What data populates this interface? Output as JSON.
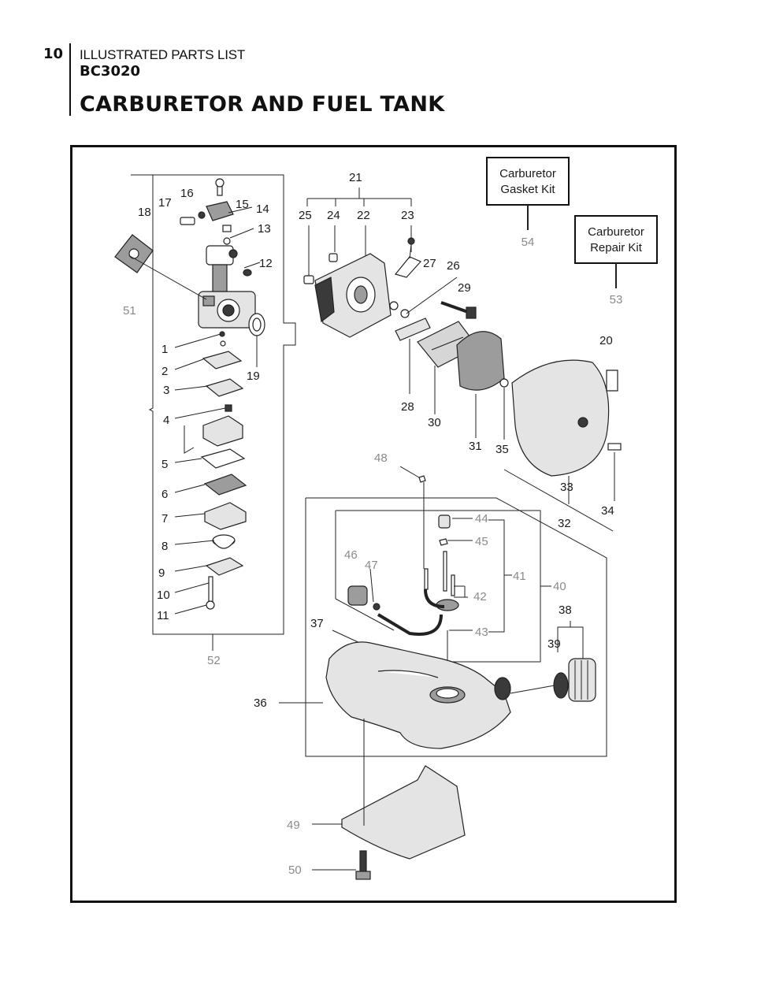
{
  "header": {
    "page_number": "10",
    "section": "ILLUSTRATED PARTS LIST",
    "model": "BC3020",
    "title": "CARBURETOR AND FUEL TANK"
  },
  "kits": {
    "gasket": {
      "line1": "Carburetor",
      "line2": "Gasket Kit",
      "part": "54"
    },
    "repair": {
      "line1": "Carburetor",
      "line2": "Repair Kit",
      "part": "53"
    }
  },
  "labels": {
    "p1": "1",
    "p2": "2",
    "p3": "3",
    "p4": "4",
    "p5": "5",
    "p6": "6",
    "p7": "7",
    "p8": "8",
    "p9": "9",
    "p10": "10",
    "p11": "11",
    "p12": "12",
    "p13": "13",
    "p14": "14",
    "p15": "15",
    "p16": "16",
    "p17": "17",
    "p18": "18",
    "p19": "19",
    "p20": "20",
    "p21": "21",
    "p22": "22",
    "p23": "23",
    "p24": "24",
    "p25": "25",
    "p26": "26",
    "p27": "27",
    "p28": "28",
    "p29": "29",
    "p30": "30",
    "p31": "31",
    "p32": "32",
    "p33": "33",
    "p34": "34",
    "p35": "35",
    "p36": "36",
    "p37": "37",
    "p38": "38",
    "p39": "39",
    "p40": "40",
    "p41": "41",
    "p42": "42",
    "p43": "43",
    "p44": "44",
    "p45": "45",
    "p46": "46",
    "p47": "47",
    "p48": "48",
    "p49": "49",
    "p50": "50",
    "p51": "51",
    "p52": "52"
  }
}
